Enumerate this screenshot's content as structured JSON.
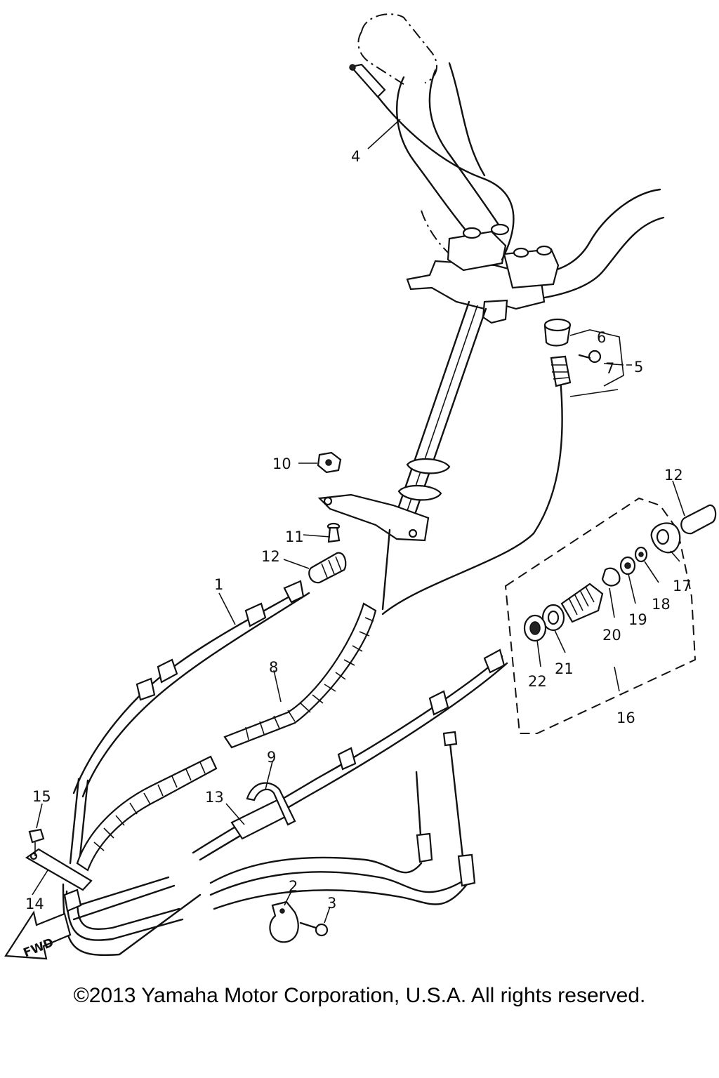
{
  "callouts": {
    "c1": "1",
    "c2": "2",
    "c3": "3",
    "c4": "4",
    "c5": "5",
    "c6": "6",
    "c7": "7",
    "c8": "8",
    "c9": "9",
    "c10": "10",
    "c11": "11",
    "c12a": "12",
    "c12b": "12",
    "c13": "13",
    "c14": "14",
    "c15": "15",
    "c16": "16",
    "c17": "17",
    "c18": "18",
    "c19": "19",
    "c20": "20",
    "c21": "21",
    "c22": "22"
  },
  "direction_label": "FWD",
  "copyright": "©2013 Yamaha Motor Corporation, U.S.A. All rights reserved."
}
